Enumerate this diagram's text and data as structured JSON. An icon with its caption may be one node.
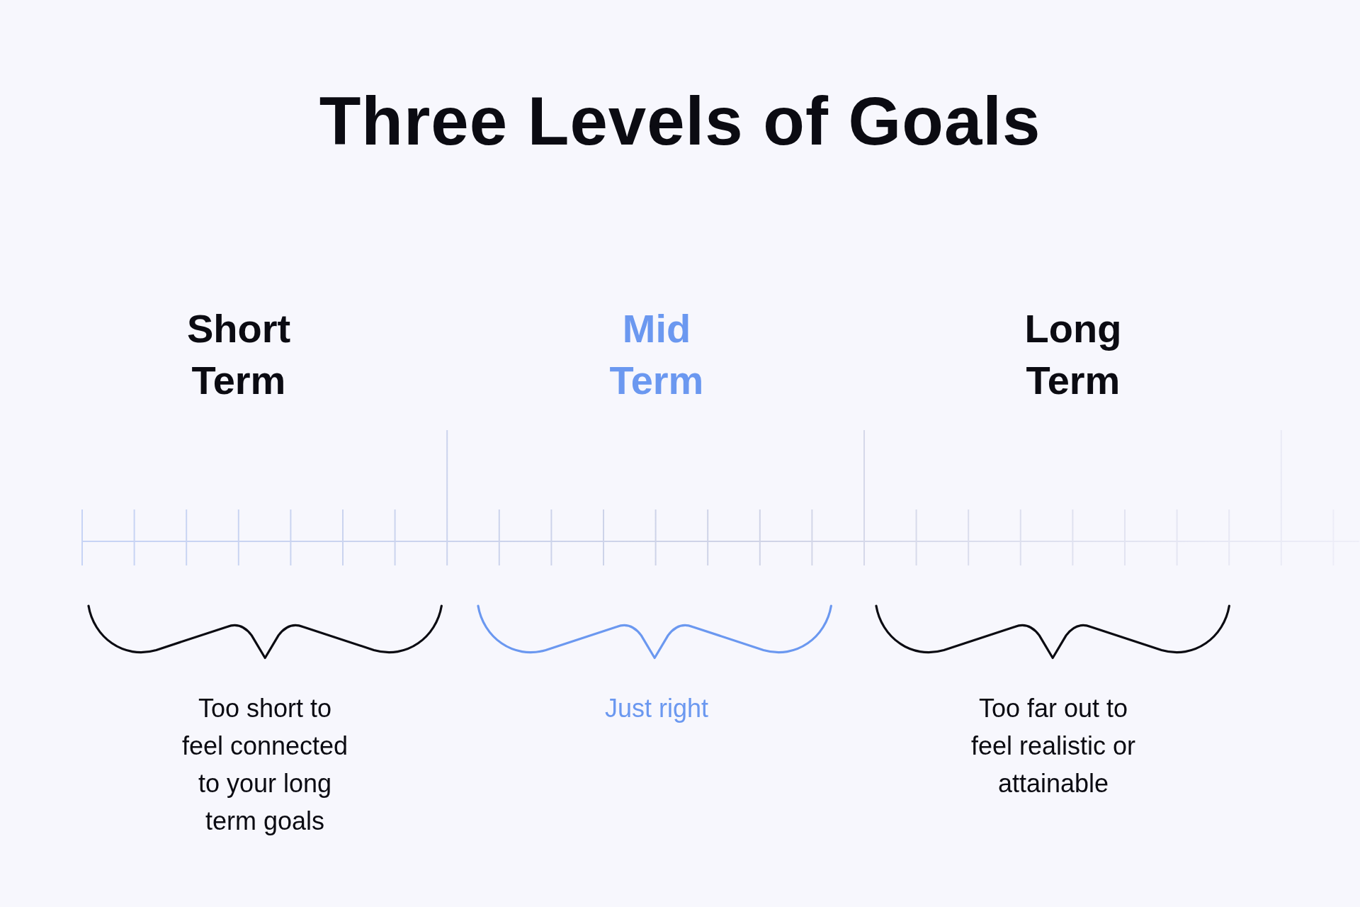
{
  "diagram": {
    "title": "Three Levels of Goals",
    "labels": [
      "Short Term",
      "Mid Term",
      "Long Term",
      "Too short to feel connected to your long term goals",
      "Just right",
      "Too far out to feel realistic or attainable"
    ]
  }
}
